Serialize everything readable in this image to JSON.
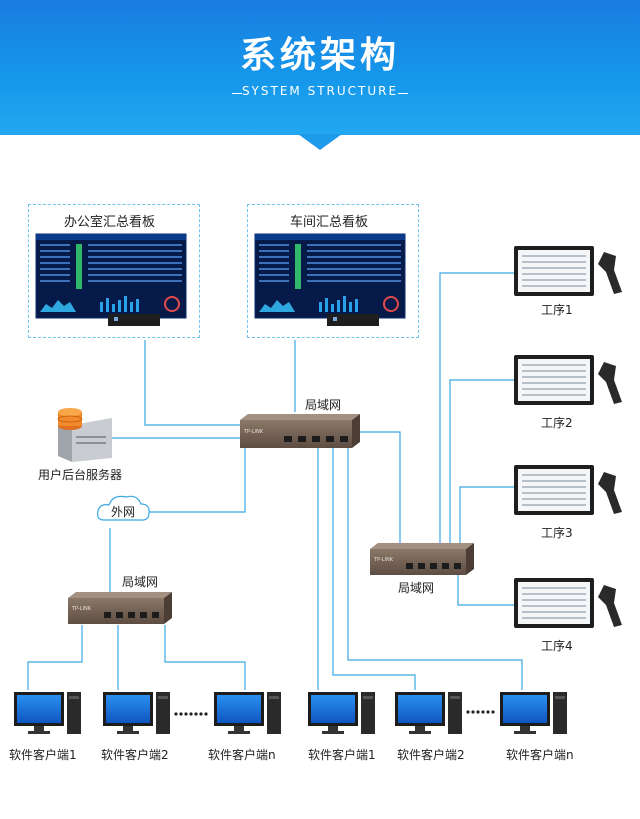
{
  "header": {
    "title": "系统架构",
    "subtitle": "SYSTEM STRUCTURE"
  },
  "boards": {
    "office": "办公室汇总看板",
    "workshop": "车间汇总看板"
  },
  "network": {
    "lan_main": "局域网",
    "lan_left": "局域网",
    "lan_right": "局域网",
    "wan": "外网",
    "server": "用户后台服务器",
    "switch_brand": "TP-LINK"
  },
  "stations": [
    "工序1",
    "工序2",
    "工序3",
    "工序4"
  ],
  "clients_left": [
    "软件客户端1",
    "软件客户端2",
    "软件客户端n"
  ],
  "clients_right": [
    "软件客户端1",
    "软件客户端2",
    "软件客户端n"
  ],
  "colors": {
    "header": "#1a8fe6",
    "line": "#3aa8e2",
    "switch": "#6b5a4e"
  }
}
